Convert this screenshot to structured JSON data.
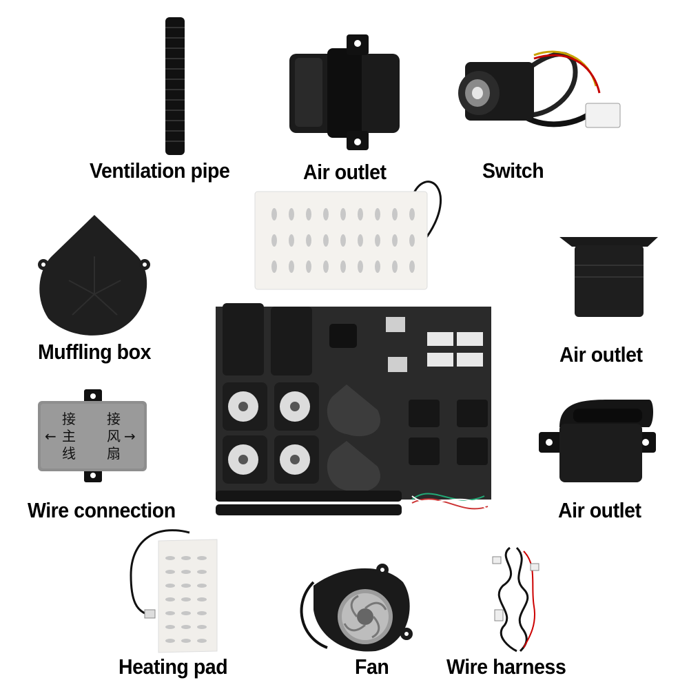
{
  "labels": {
    "ventilation_pipe": "Ventilation pipe",
    "air_outlet_top": "Air outlet",
    "switch": "Switch",
    "muffling_box": "Muffling box",
    "air_outlet_right_1": "Air outlet",
    "wire_connection": "Wire connection",
    "air_outlet_right_2": "Air outlet",
    "heating_pad": "Heating pad",
    "fan": "Fan",
    "wire_harness": "Wire harness"
  },
  "wire_connection_box": {
    "left_top": "接",
    "left_mid": "主",
    "left_bottom": "线",
    "right_top": "接",
    "right_mid": "风",
    "right_bottom": "扇",
    "arrow_left": "←",
    "arrow_right": "→"
  }
}
